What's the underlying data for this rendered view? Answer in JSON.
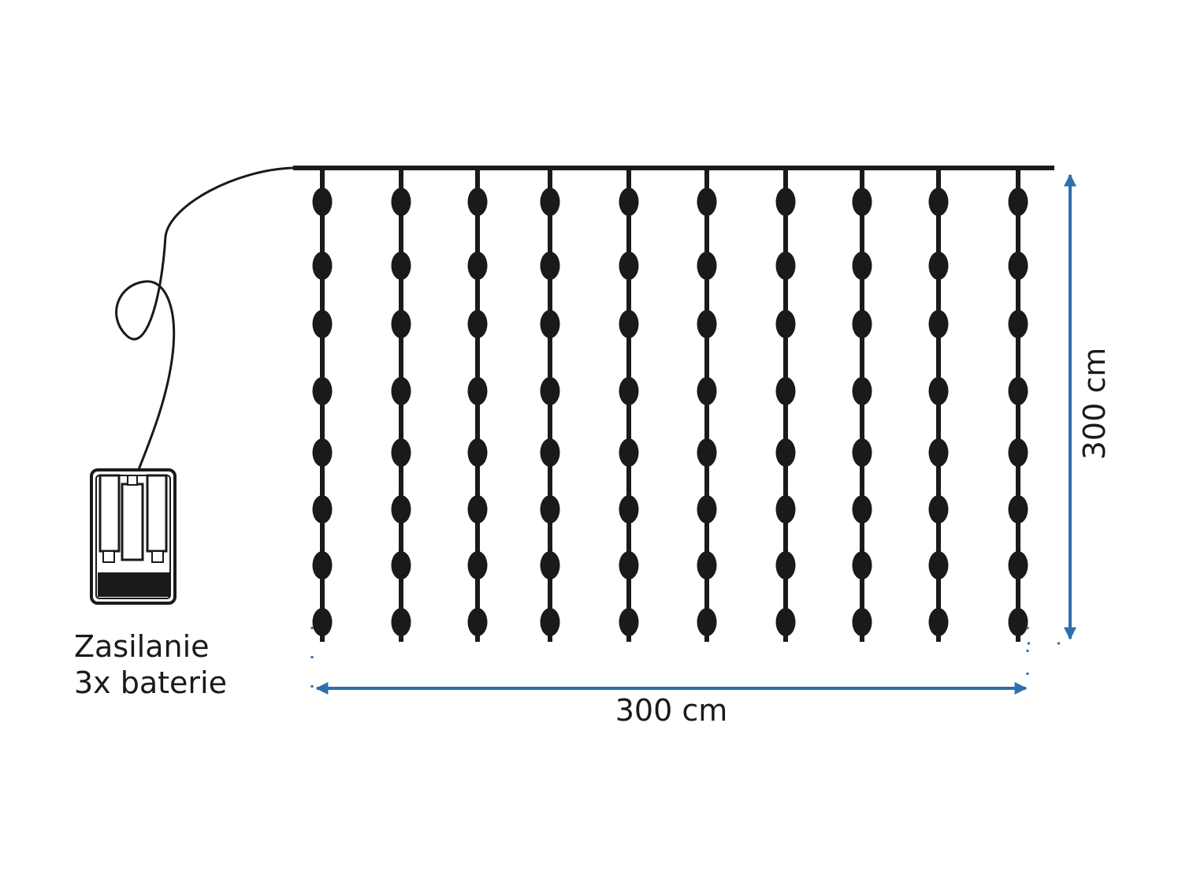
{
  "power": {
    "line1": "Zasilanie",
    "line2": "3x baterie"
  },
  "dimensions": {
    "width_label": "300 cm",
    "height_label": "300 cm"
  },
  "curtain": {
    "strands": 10,
    "bulbs_per_strand": 8
  },
  "colors": {
    "ink": "#1a1a1a",
    "dimension": "#2e6fad"
  }
}
